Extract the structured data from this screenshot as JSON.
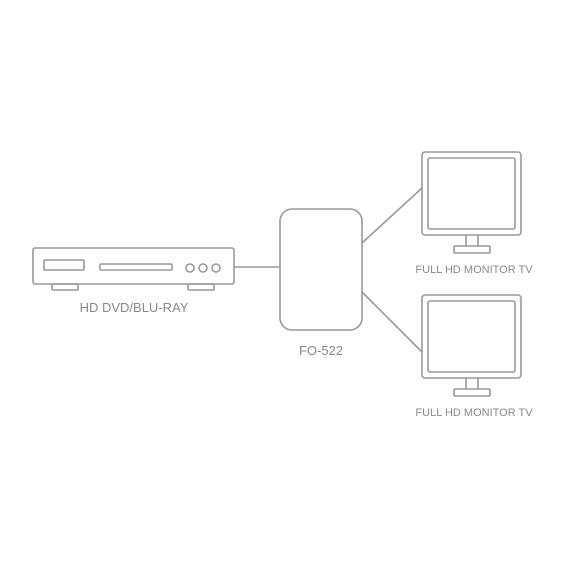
{
  "diagram": {
    "source_device": {
      "label": "HD DVD/BLU-RAY",
      "icon": "dvd-player-icon"
    },
    "splitter": {
      "label": "FO-522",
      "icon": "splitter-box-icon"
    },
    "displays": [
      {
        "label": "FULL HD MONITOR TV",
        "icon": "monitor-icon"
      },
      {
        "label": "FULL HD MONITOR TV",
        "icon": "monitor-icon"
      }
    ],
    "colors": {
      "stroke": "#9a9a9a",
      "text": "#8a8a8a"
    }
  }
}
